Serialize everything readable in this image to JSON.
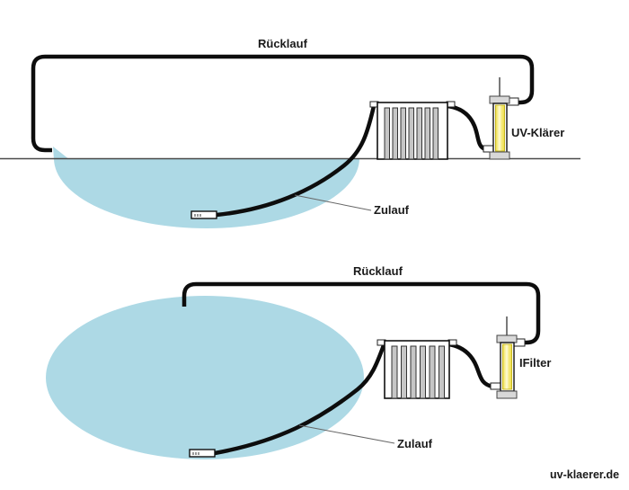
{
  "diagram_top": {
    "ruecklauf_label": "Rücklauf",
    "zulauf_label": "Zulauf",
    "device_label": "UV-Klärer"
  },
  "diagram_bottom": {
    "ruecklauf_label": "Rücklauf",
    "zulauf_label": "Zulauf",
    "device_label": "IFilter"
  },
  "footer": {
    "site": "uv-klaerer.de"
  },
  "colors": {
    "pond_water": "#ADD9E5",
    "pipe_black": "#0d0d0d",
    "uv_lamp_yellow": "#F0DF45",
    "uv_lamp_highlight": "#FDFBD9",
    "filter_bar_gray": "#C6C6C6",
    "device_cap_gray": "#D8D8D8",
    "ground_line": "#4a4a4a",
    "leader_line": "#666666"
  }
}
